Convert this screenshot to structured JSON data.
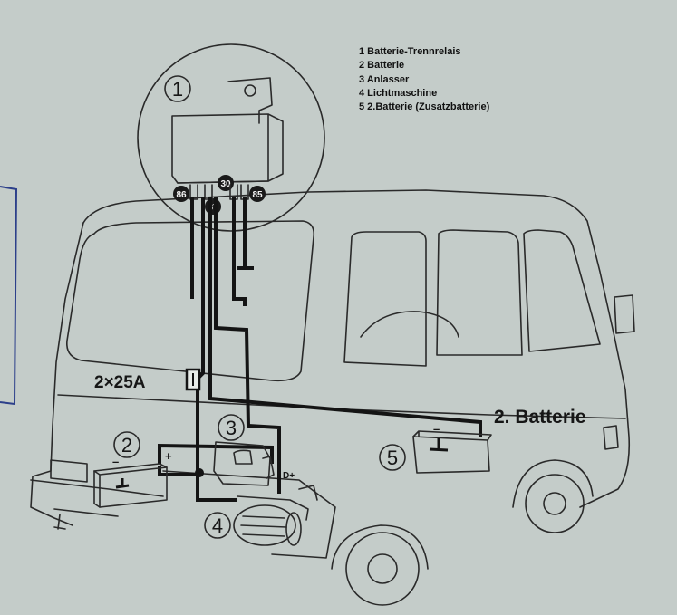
{
  "legend": {
    "items": [
      "1 Batterie-Trennrelais",
      "2 Batterie",
      "3 Anlasser",
      "4 Lichtmaschine",
      "5 2.Batterie (Zusatzbatterie)"
    ]
  },
  "callouts": {
    "relay": "1",
    "battery": "2",
    "starter": "3",
    "alternator": "4",
    "second_battery": "5"
  },
  "relay_pins": {
    "p86": "86",
    "p87": "87",
    "p30": "30",
    "p85": "85"
  },
  "labels": {
    "fuse": "2×25A",
    "second_battery": "2. Batterie",
    "d_plus": "D+",
    "plus": "+",
    "minus_left": "–",
    "minus_right": "–"
  },
  "colors": {
    "background": "#c4ccc9",
    "ink": "#161616",
    "wire": "#141414"
  }
}
